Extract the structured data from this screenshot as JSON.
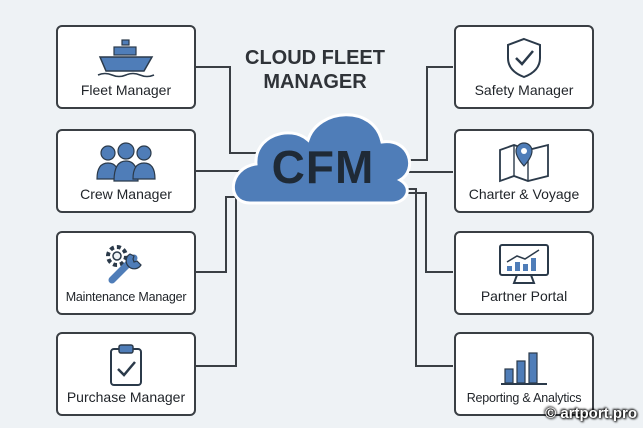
{
  "title": "CLOUD FLEET MANAGER",
  "center_label": "CFM",
  "colors": {
    "accent": "#4f7db8",
    "stroke": "#3a3f44",
    "background": "#eef2f5"
  },
  "modules_left": [
    {
      "label": "Fleet Manager",
      "icon": "ship-icon"
    },
    {
      "label": "Crew Manager",
      "icon": "people-icon"
    },
    {
      "label": "Maintenance Manager",
      "icon": "wrench-gear-icon"
    },
    {
      "label": "Purchase Manager",
      "icon": "clipboard-check-icon"
    }
  ],
  "modules_right": [
    {
      "label": "Safety Manager",
      "icon": "shield-check-icon"
    },
    {
      "label": "Charter & Voyage",
      "icon": "map-pin-icon"
    },
    {
      "label": "Partner Portal",
      "icon": "monitor-chart-icon"
    },
    {
      "label": "Reporting & Analytics",
      "icon": "bar-chart-icon"
    }
  ],
  "watermark": "© artport.pro"
}
